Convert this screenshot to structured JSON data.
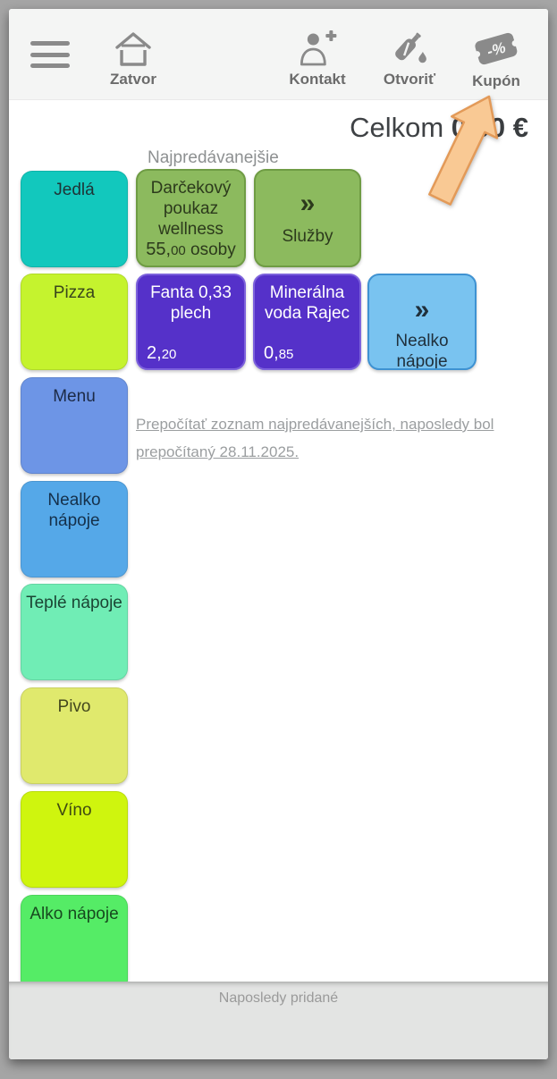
{
  "toolbar": {
    "menu_icon": "hamburger-icon",
    "buttons": [
      {
        "id": "zatvor",
        "label": "Zatvor",
        "icon": "home-icon"
      },
      {
        "id": "kontakt",
        "label": "Kontakt",
        "icon": "person-add-icon"
      },
      {
        "id": "otvorit",
        "label": "Otvoriť",
        "icon": "bottle-icon"
      },
      {
        "id": "kupon",
        "label": "Kupón",
        "icon": "coupon-icon",
        "icon_text": "-%"
      }
    ]
  },
  "total": {
    "label": "Celkom",
    "amount": "0,00",
    "currency": "€"
  },
  "bestsellers": {
    "heading": "Najpredávanejšie",
    "tiles": [
      {
        "type": "product",
        "name": "Darčekový poukaz wellness",
        "price_main": "55,",
        "price_dec": "00",
        "unit": "osoby",
        "color": "#8cba5e"
      },
      {
        "type": "category",
        "chevron": "»",
        "label": "Služby",
        "color": "#8cba5e"
      },
      {
        "type": "product",
        "name": "Fanta 0,33 plech",
        "price_main": "2,",
        "price_dec": "20",
        "color": "#5531c9"
      },
      {
        "type": "product",
        "name": "Minerálna voda Rajec",
        "price_main": "0,",
        "price_dec": "85",
        "color": "#5531c9"
      },
      {
        "type": "category",
        "chevron": "»",
        "label": "Nealko nápoje",
        "color": "#79c3f0"
      }
    ],
    "recalc_link": "Prepočítať zoznam najpredávanejších, naposledy bol prepočítaný 28.11.2025."
  },
  "categories": [
    {
      "label": "Jedlá",
      "color": "#12c8bd"
    },
    {
      "label": "Pizza",
      "color": "#c5f32e"
    },
    {
      "label": "Menu",
      "color": "#6d95e6"
    },
    {
      "label": "Nealko nápoje",
      "color": "#55a8e8"
    },
    {
      "label": "Teplé nápoje",
      "color": "#70edb5"
    },
    {
      "label": "Pivo",
      "color": "#e0e96d"
    },
    {
      "label": "Víno",
      "color": "#cff50e"
    },
    {
      "label": "Alko nápoje",
      "color": "#55ec66"
    }
  ],
  "bottom_bar": {
    "label": "Naposledy pridané"
  },
  "annotation": {
    "type": "arrow",
    "points_at": "Kupón",
    "fill": "#f9c994",
    "stroke": "#e39a58"
  }
}
